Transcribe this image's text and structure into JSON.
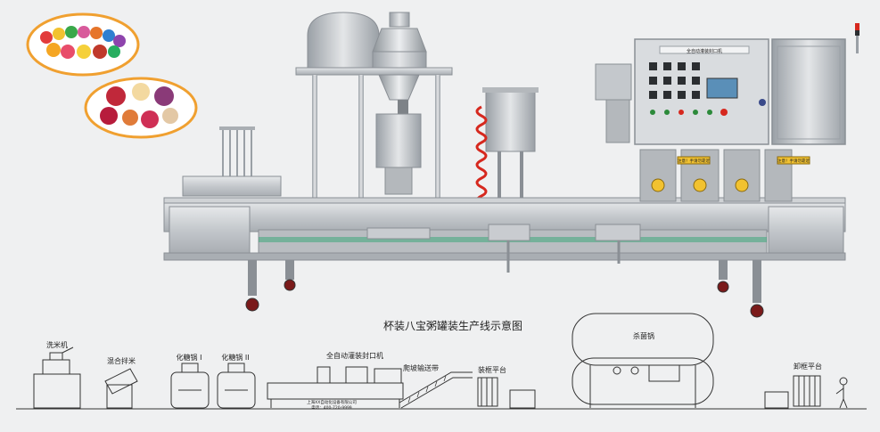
{
  "diagram_title": "杯装八宝粥罐装生产线示意图",
  "machine": {
    "panel_label": "全自动灌装封口机",
    "warning_left": "注意！手请勿靠近",
    "warning_right": "注意！手请勿靠近"
  },
  "line_labels": {
    "washer": "洗米机",
    "mixer": "混合拌米",
    "kettle1": "化糖锅 I",
    "kettle2": "化糖锅 II",
    "filler": "全自动灌装封口机",
    "conveyor": "爬坡输送带",
    "loading": "装框平台",
    "sterilizer": "杀菌锅",
    "unloading": "卸框平台"
  },
  "company_text": "上海XX自动化设备有限公司",
  "phone_text": "电话：400-720-9999",
  "colors": {
    "steel": "#c9ccd0",
    "steel_dark": "#8a8f95",
    "ellipse_border": "#f0a030",
    "red_tube": "#d6281e",
    "panel_bg": "#d9dcdf"
  }
}
